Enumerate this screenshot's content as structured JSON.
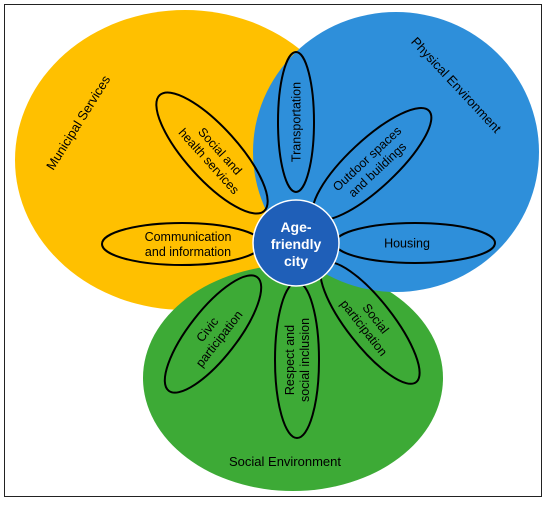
{
  "colors": {
    "municipal": "#FFC000",
    "physical": "#2E8FDA",
    "social": "#3DAA36",
    "center": "#1F5FB8",
    "outline": "#000000"
  },
  "domains": {
    "municipal": "Municipal Services",
    "physical": "Physical Environment",
    "social": "Social Environment"
  },
  "center": {
    "line1": "Age-",
    "line2": "friendly",
    "line3": "city"
  },
  "petals": {
    "transportation": {
      "line1": "Transportation"
    },
    "outdoor": {
      "line1": "Outdoor spaces",
      "line2": "and buildings"
    },
    "housing": {
      "line1": "Housing"
    },
    "social_participation": {
      "line1": "Social",
      "line2": "participation"
    },
    "respect": {
      "line1": "Respect and",
      "line2": "social inclusion"
    },
    "civic": {
      "line1": "Civic",
      "line2": "participation"
    },
    "communication": {
      "line1": "Communication",
      "line2": "and information"
    },
    "health": {
      "line1": "Social and",
      "line2": "health services"
    }
  }
}
